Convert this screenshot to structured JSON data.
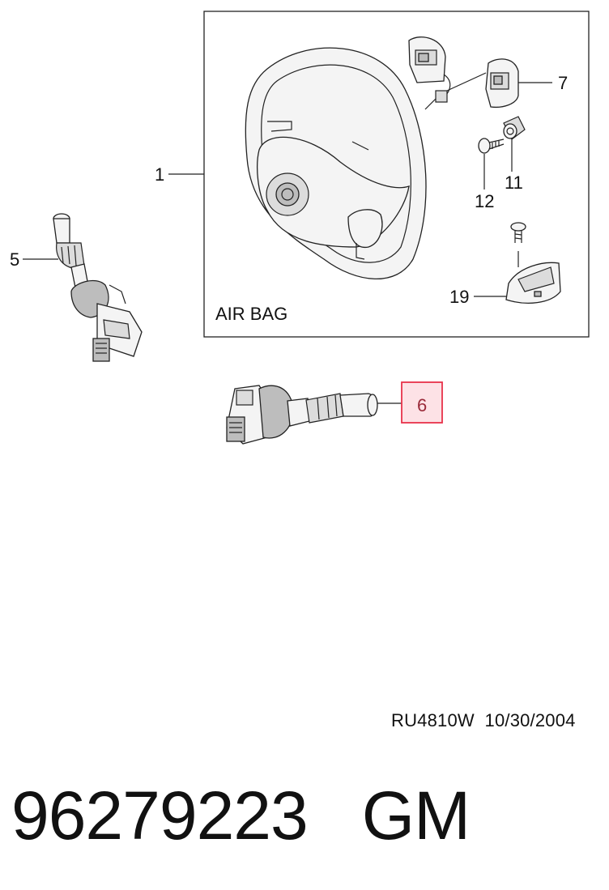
{
  "diagram": {
    "frame_label": "AIR BAG",
    "callouts": {
      "steering_wheel": "1",
      "wiper_switch": "5",
      "turn_signal_switch": "6",
      "right_switch": "7",
      "nut": "11",
      "screw": "12",
      "lower_cover": "19"
    },
    "highlight_color": "#e8324a"
  },
  "footer": {
    "reference": "RU4810W  10/30/2004",
    "part_number": "96279223",
    "brand": "GM"
  }
}
